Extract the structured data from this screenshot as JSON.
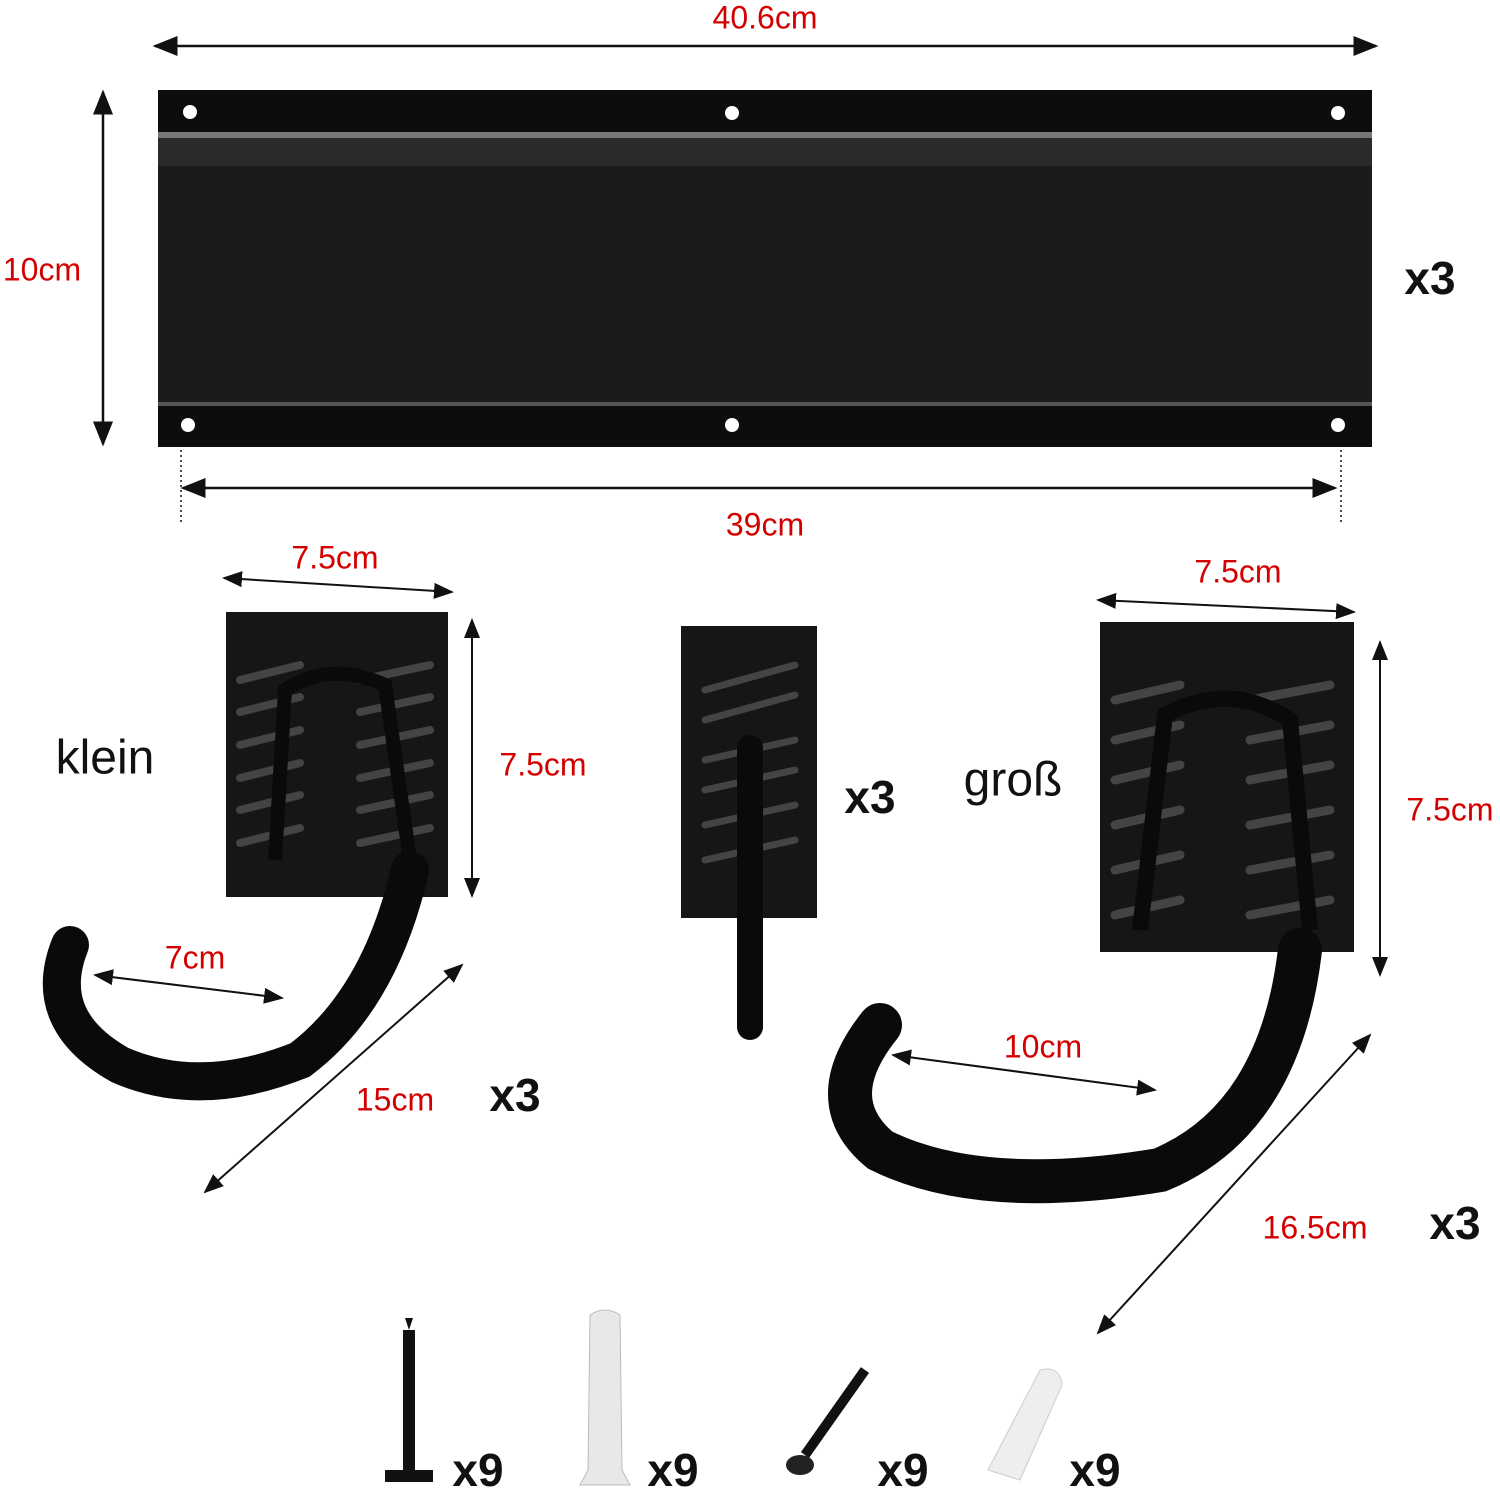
{
  "rail": {
    "total_width": "40.6cm",
    "height": "10cm",
    "hole_spacing": "39cm",
    "quantity": "x3"
  },
  "small_hook": {
    "name": "klein",
    "plate_width": "7.5cm",
    "plate_height": "7.5cm",
    "opening": "7cm",
    "length": "15cm",
    "quantity": "x3"
  },
  "connector": {
    "quantity": "x3"
  },
  "large_hook": {
    "name": "groß",
    "plate_width": "7.5cm",
    "plate_height": "7.5cm",
    "opening": "10cm",
    "length": "16.5cm",
    "quantity": "x3"
  },
  "hardware": [
    {
      "item": "screw-large",
      "quantity": "x9"
    },
    {
      "item": "wall-plug-large",
      "quantity": "x9"
    },
    {
      "item": "screw-small",
      "quantity": "x9"
    },
    {
      "item": "wall-plug-small",
      "quantity": "x9"
    }
  ]
}
